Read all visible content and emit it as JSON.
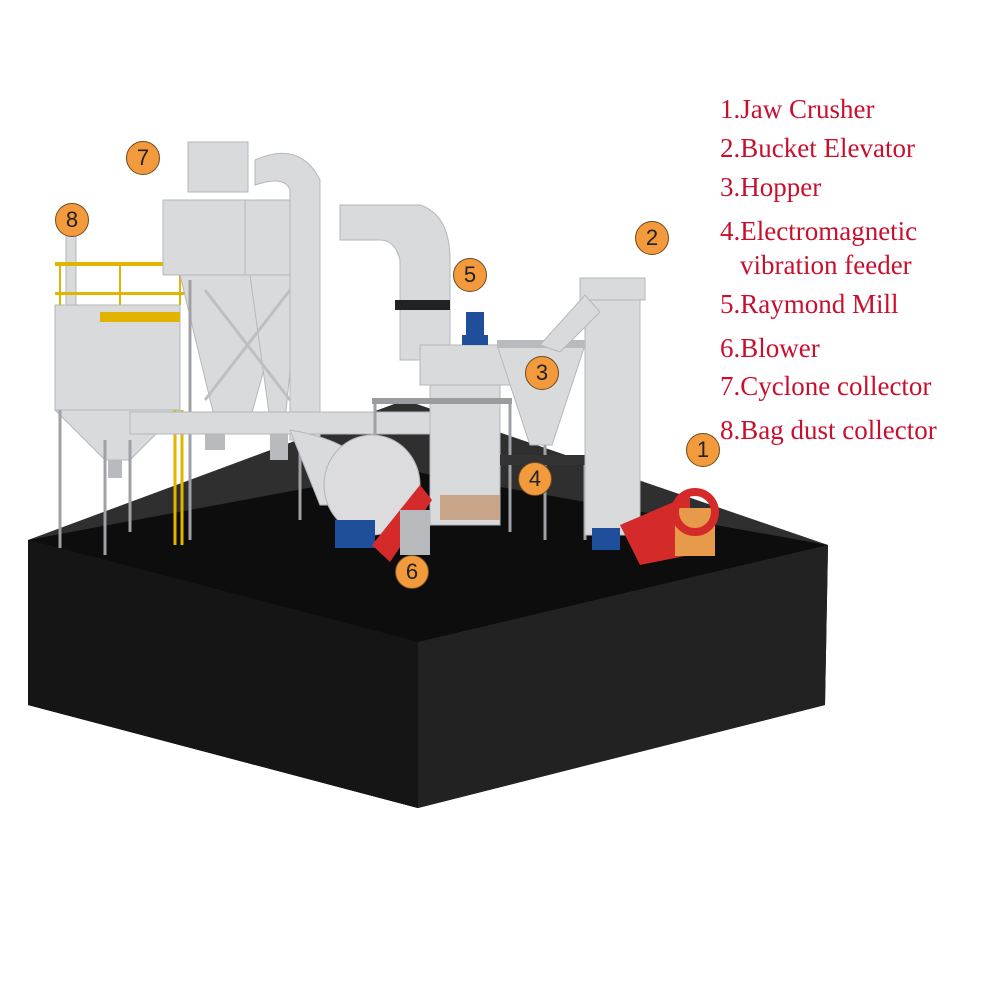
{
  "markers": [
    "1",
    "2",
    "3",
    "4",
    "5",
    "6",
    "7",
    "8"
  ],
  "legend": [
    "1.Jaw Crusher",
    "2.Bucket Elevator",
    "3.Hopper",
    "4.Electromagnetic",
    "vibration feeder",
    "5.Raymond Mill",
    "6.Blower",
    "7.Cyclone collector",
    "8.Bag dust collector"
  ],
  "colors": {
    "legend_text": "#c8102e",
    "marker_fill": "#f39a3d",
    "platform": "#1f1f1f",
    "accent_red": "#d42a2a",
    "motor_blue": "#1f4f9a"
  }
}
